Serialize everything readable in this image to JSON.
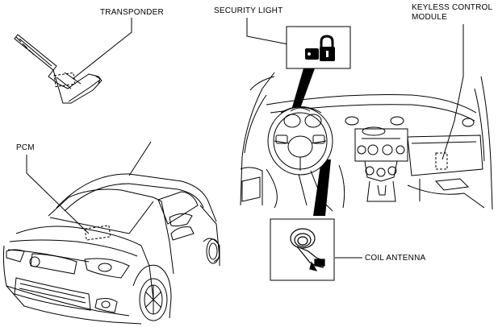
{
  "labels": {
    "transponder": "TRANSPONDER",
    "security_light": "SECURITY LIGHT",
    "keyless_line1": "KEYLESS CONTROL",
    "keyless_line2": "MODULE",
    "pcm": "PCM",
    "coil_antenna": "COIL ANTENNA"
  },
  "colors": {
    "line": "#000000",
    "background": "#ffffff"
  },
  "icons": [
    "key-icon",
    "security-light-icon",
    "coil-antenna-icon"
  ]
}
